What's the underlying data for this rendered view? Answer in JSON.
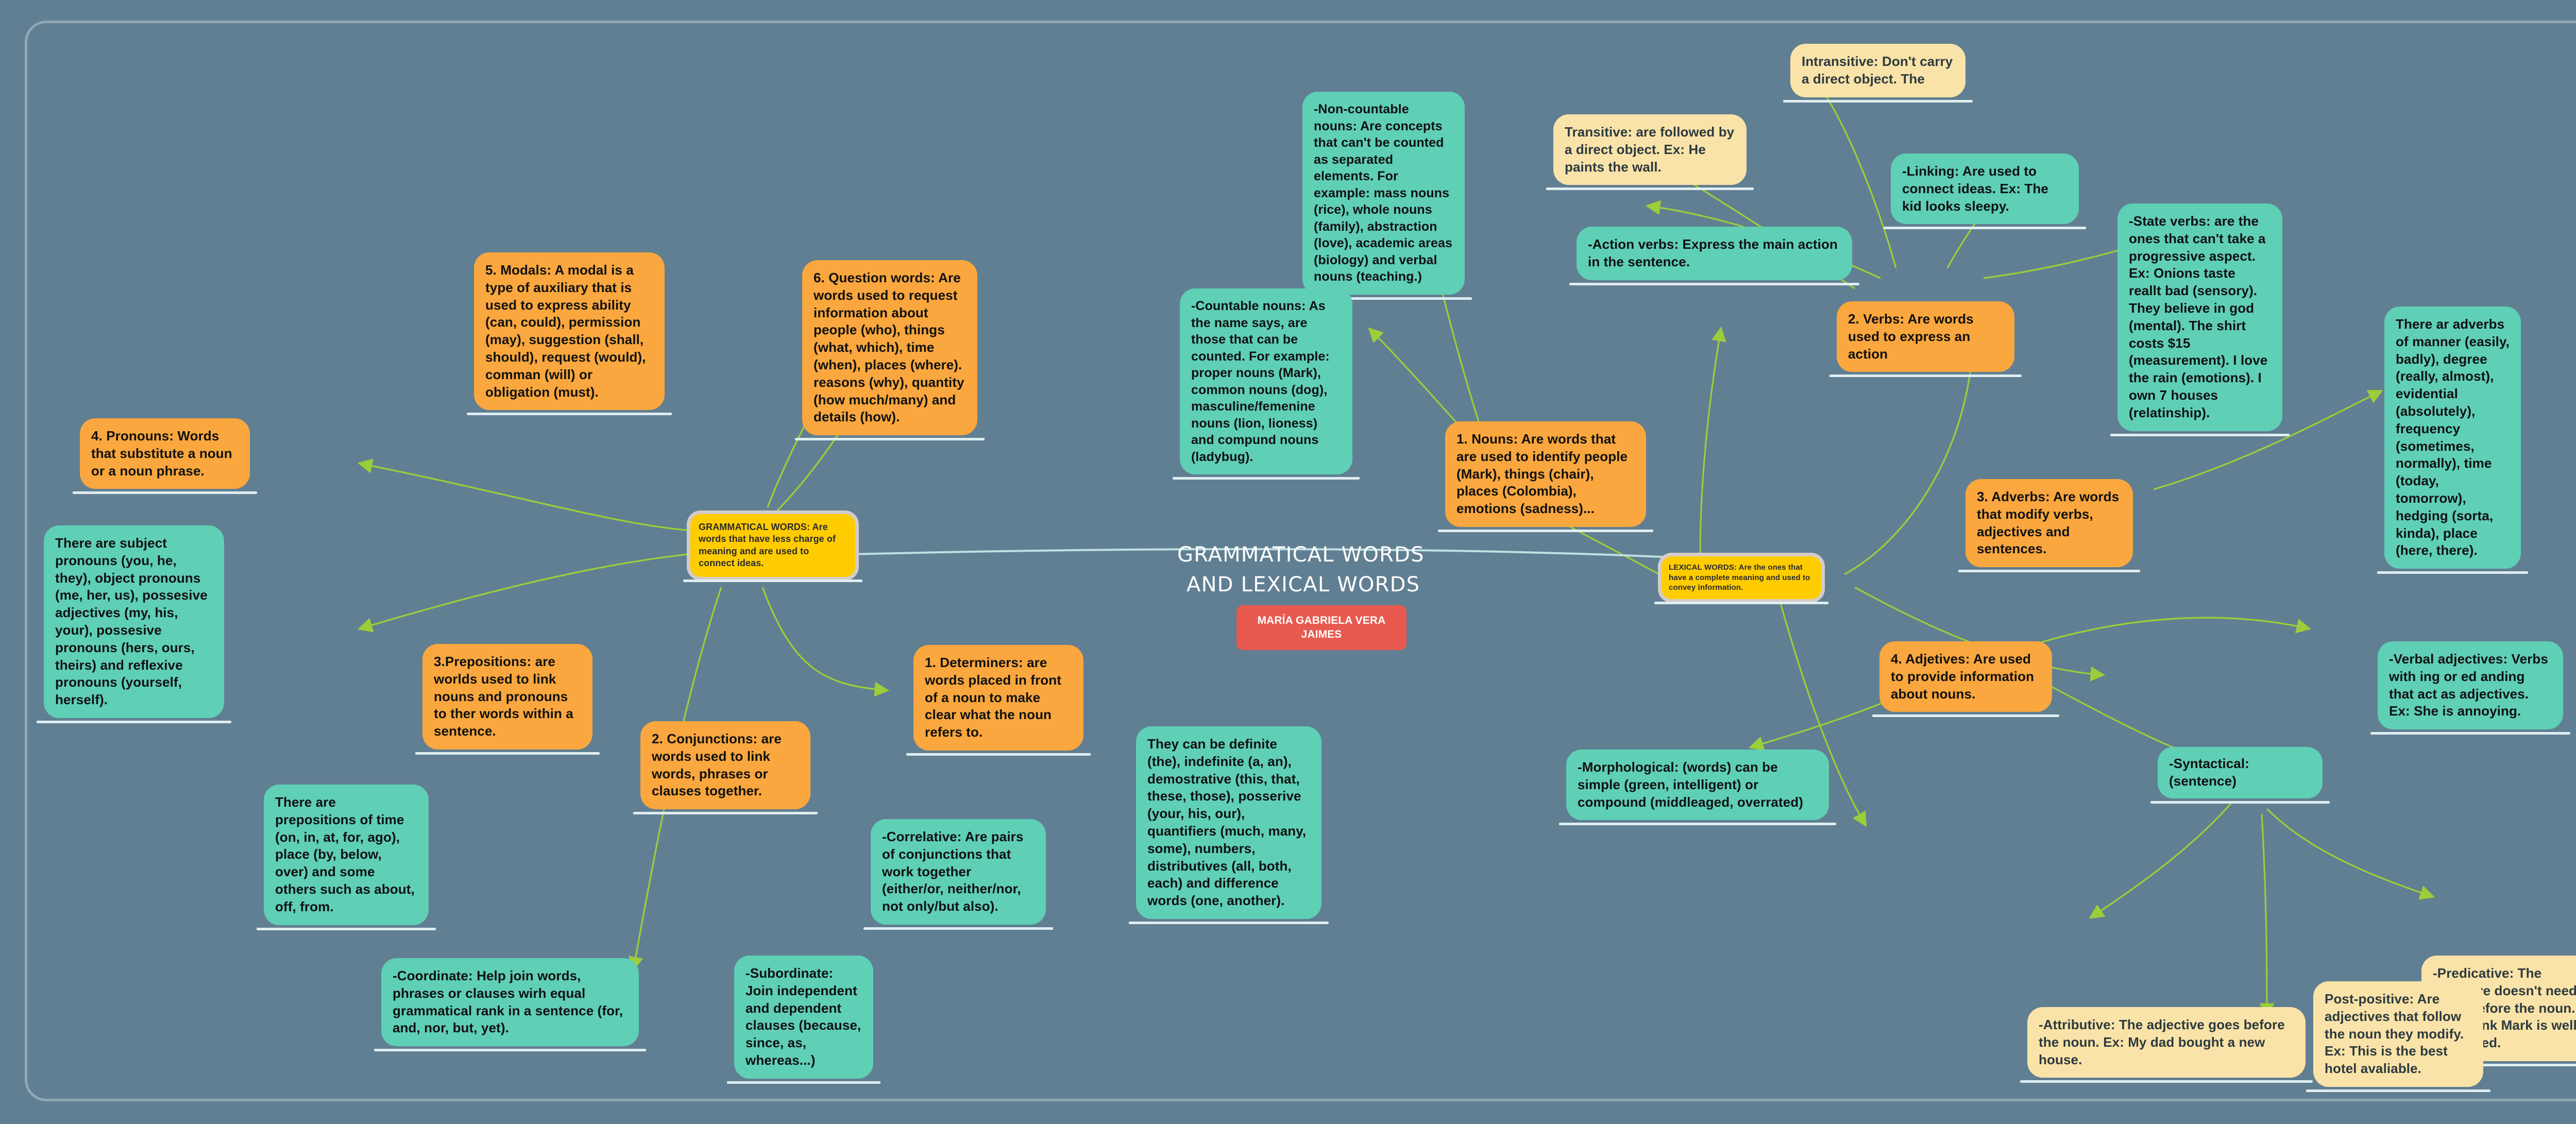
{
  "title": "Mind map: Grammatical words and lexical words",
  "center": {
    "heading_line1": "GRAMMATICAL WORDS",
    "heading_line2": "AND LEXICAL WORDS",
    "author_line1": "MARÍA GABRIELA VERA",
    "author_line2": "JAIMES"
  },
  "branches": {
    "grammatical": {
      "label": "GRAMMATICAL WORDS: Are words that have less  charge of meaning and are used to connect ideas.",
      "color": "#ffcc00"
    },
    "lexical": {
      "label": "LEXICAL WORDS: Are the ones that have a complete meaning and used to convey information.",
      "color": "#ffcc00"
    }
  },
  "nodes": [
    {
      "id": "modals",
      "text": "5. Modals: A modal is a type of auxiliary that is used to express ability (can, could), permission (may), suggestion (shall, should), request (would), comman (will) or obligation (must).",
      "color": "#f9a73e"
    },
    {
      "id": "question-words",
      "text": "6. Question words: Are words used to request information about people (who), things (what, which), time (when), places (where). reasons (why), quantity (how much/many) and details (how).",
      "color": "#f9a73e"
    },
    {
      "id": "pronouns",
      "text": "4. Pronouns: Words that substitute a noun or a noun phrase.",
      "color": "#f9a73e"
    },
    {
      "id": "pronoun-types",
      "text": "There are subject pronouns (you, he, they), object pronouns (me, her, us), possesive adjectives (my, his, your), possesive pronouns (hers, ours, theirs) and reflexive pronouns (yourself, herself).",
      "color": "#5fcfb6"
    },
    {
      "id": "prepositions",
      "text": "3.Prepositions: are worlds used to link nouns and pronouns to ther words within a sentence.",
      "color": "#f9a73e"
    },
    {
      "id": "preposition-types",
      "text": "There are prepositions of time (on, in, at, for, ago), place (by, below, over) and some others such as about, off, from.",
      "color": "#5fcfb6"
    },
    {
      "id": "conjunctions",
      "text": "2. Conjunctions: are words used to link words, phrases or clauses together.",
      "color": "#f9a73e"
    },
    {
      "id": "coordinate",
      "text": "-Coordinate: Help join words, phrases or clauses wirh equal grammatical rank in a sentence (for, and, nor, but, yet).",
      "color": "#5fcfb6"
    },
    {
      "id": "subordinate",
      "text": "-Subordinate: Join independent and dependent clauses (because, since, as, whereas...)",
      "color": "#5fcfb6"
    },
    {
      "id": "correlative",
      "text": "-Correlative: Are pairs of conjunctions that work together (either/or, neither/nor, not only/but also).",
      "color": "#5fcfb6"
    },
    {
      "id": "determiners",
      "text": "1. Determiners: are words placed in front of a noun to make clear what the noun refers to.",
      "color": "#f9a73e"
    },
    {
      "id": "determiner-types",
      "text": "They can be definite (the), indefinite (a, an), demostrative (this, that, these, those), posserive (your, his, our), quantifiers (much, many, some), numbers, distributives (all, both, each) and difference words (one, another).",
      "color": "#5fcfb6"
    },
    {
      "id": "non-countable-nouns",
      "text": "-Non-countable nouns: Are concepts that can't be counted as separated elements. For example: mass nouns (rice), whole nouns (family), abstraction (love), academic areas (biology) and verbal nouns (teaching.)",
      "color": "#5fcfb6"
    },
    {
      "id": "countable-nouns",
      "text": "-Countable nouns: As the name says, are those that can be counted. For example: proper nouns (Mark), common nouns (dog), masculine/femenine nouns (lion, lioness) and compund nouns (ladybug).",
      "color": "#5fcfb6"
    },
    {
      "id": "nouns",
      "text": "1. Nouns: Are words that are used to identify people (Mark), things (chair), places (Colombia), emotions (sadness)...",
      "color": "#f9a73e"
    },
    {
      "id": "transitive",
      "text": "Transitive: are followed by a direct object. Ex: He paints the wall.",
      "color": "#fae3a8"
    },
    {
      "id": "intransitive",
      "text": "Intransitive: Don't carry a direct object. The",
      "color": "#fae3a8"
    },
    {
      "id": "action-verbs",
      "text": "-Action verbs: Express the main action in the sentence.",
      "color": "#5fcfb6"
    },
    {
      "id": "linking",
      "text": "-Linking: Are used to connect ideas. Ex: The kid looks sleepy.",
      "color": "#5fcfb6"
    },
    {
      "id": "state-verbs",
      "text": "-State verbs: are the ones that can't take a progressive aspect. Ex: Onions taste reallt bad (sensory). They believe in god (mental).  The shirt costs $15 (measurement). I love the rain (emotions). I own 7 houses (relatinship).",
      "color": "#5fcfb6"
    },
    {
      "id": "verbs",
      "text": "2. Verbs: Are words used to express an action",
      "color": "#f9a73e"
    },
    {
      "id": "adverbs",
      "text": "3. Adverbs: Are words that modify verbs, adjectives and sentences.",
      "color": "#f9a73e"
    },
    {
      "id": "adverb-types",
      "text": "There ar adverbs of manner (easily, badly), degree (really, almost), evidential (absolutely), frequency (sometimes, normally), time (today, tomorrow), hedging (sorta, kinda), place (here, there).",
      "color": "#5fcfb6"
    },
    {
      "id": "adjetives",
      "text": "4. Adjetives: Are used to provide information about nouns.",
      "color": "#f9a73e"
    },
    {
      "id": "morphological",
      "text": "-Morphological:  (words) can be simple (green, intelligent) or compound (middleaged, overrated)",
      "color": "#5fcfb6"
    },
    {
      "id": "verbal-adjectives",
      "text": "-Verbal adjectives: Verbs with ing or ed anding that act as adjectives. Ex: She is annoying.",
      "color": "#5fcfb6"
    },
    {
      "id": "syntactical",
      "text": "-Syntactical: (sentence)",
      "color": "#5fcfb6"
    },
    {
      "id": "attributive",
      "text": "-Attributive: The adjective goes before the noun. Ex: My dad bought a new house.",
      "color": "#fae3a8"
    },
    {
      "id": "predicative",
      "text": "-Predicative: The adjective doesn't need to go before the noun. Ex: I think Mark is well-organised.",
      "color": "#fae3a8"
    },
    {
      "id": "post-positive",
      "text": "Post-positive: Are adjectives that follow the noun they modify. Ex: This is the best hotel avaliable.",
      "color": "#fae3a8"
    }
  ],
  "colors": {
    "background": "#617f92",
    "teal": "#5fcfb6",
    "orange": "#f9a73e",
    "cream": "#fae3a8",
    "yellow": "#ffcc00",
    "red": "#e8594f",
    "edge_green": "#9ccd3a",
    "edge_pale": "#bfe0e3"
  }
}
